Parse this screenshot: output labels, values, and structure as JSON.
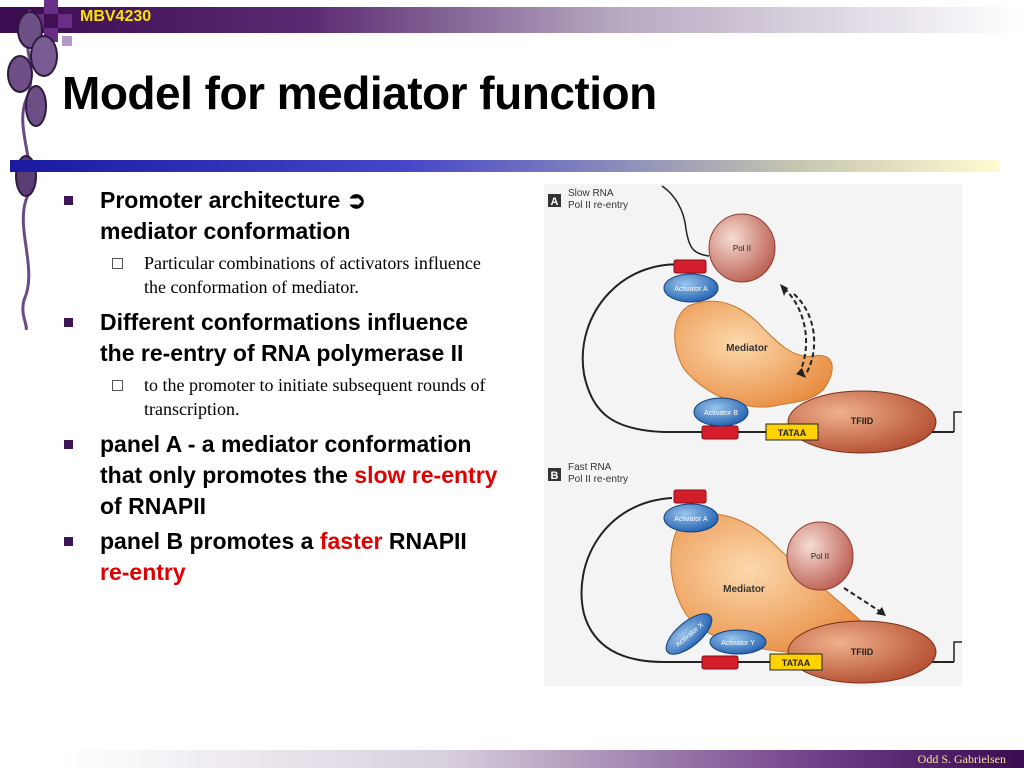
{
  "header": {
    "course_code": "MBV4230"
  },
  "slide": {
    "title": "Model for mediator function"
  },
  "bullets": {
    "b1": {
      "line1": "Promoter architecture ",
      "arrow": "➲",
      "line2": "mediator conformation"
    },
    "b1_sub": "Particular combinations of activators influence the conformation of mediator.",
    "b2": "Different conformations influence the re-entry of RNA polymerase II",
    "b2_sub": "to the promoter to initiate subsequent rounds of transcription.",
    "b3": {
      "pre": "panel A - a mediator conformation that only promotes the ",
      "highlight": "slow re-entry",
      "post": " of RNAPII"
    },
    "b4": {
      "pre": "panel B promotes a ",
      "highlight1": "faster",
      "mid": " RNAPII ",
      "highlight2": "re-entry"
    }
  },
  "figure": {
    "panel_a": {
      "letter": "A",
      "caption_l1": "Slow RNA",
      "caption_l2": "Pol II re-entry",
      "pol2": "Pol II",
      "activator_a": "Activator A",
      "mediator": "Mediator",
      "activator_b": "Activator B",
      "tfiid": "TFIID",
      "tataa": "TATAA"
    },
    "panel_b": {
      "letter": "B",
      "caption_l1": "Fast RNA",
      "caption_l2": "Pol II re-entry",
      "pol2": "Pol II",
      "activator_a": "Activator A",
      "mediator": "Mediator",
      "activator_x": "Activator X",
      "activator_y": "Activator Y",
      "tfiid": "TFIID",
      "tataa": "TATAA"
    }
  },
  "footer": {
    "author": "Odd S. Gabrielsen"
  },
  "colors": {
    "accent_red": "#e00000",
    "purple": "#3b0a4f",
    "mediator_orange": "#f2a560"
  }
}
